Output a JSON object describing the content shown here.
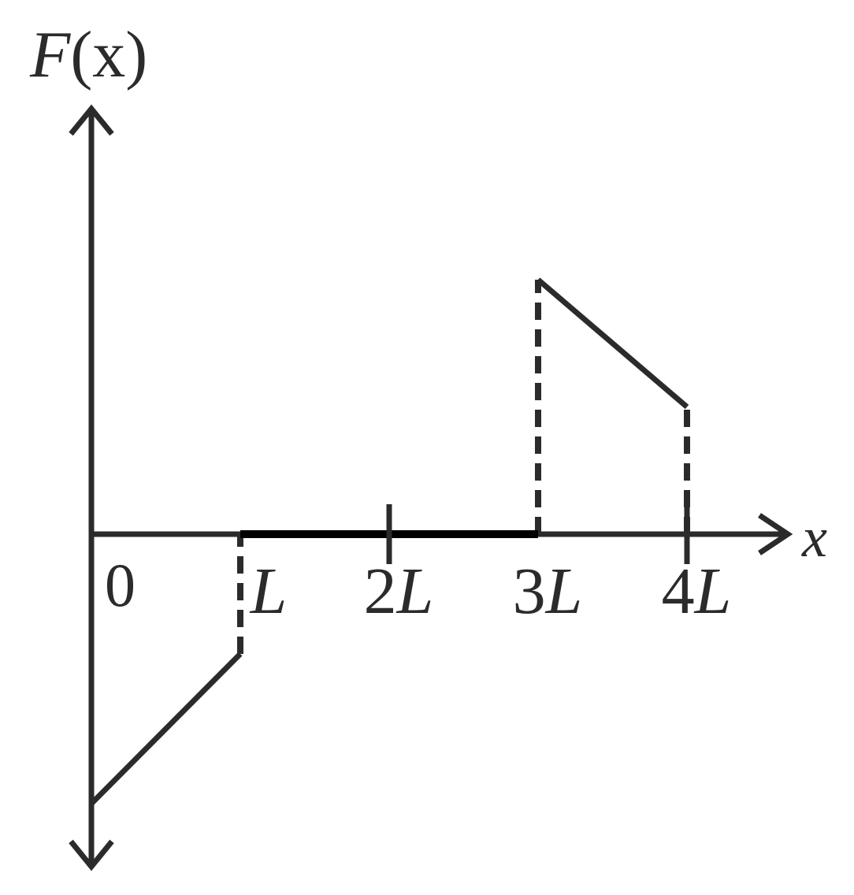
{
  "colors": {
    "ink": "#2b2b2b",
    "background": "#ffffff"
  },
  "chart_data": {
    "type": "line",
    "ylabel": {
      "func": "F",
      "open": "(",
      "arg": "x",
      "close": ")"
    },
    "xlabel": "x",
    "origin_label": "0",
    "x_ticks": [
      {
        "value": 1,
        "coef": "",
        "unit": "L"
      },
      {
        "value": 2,
        "coef": "2",
        "unit": "L"
      },
      {
        "value": 3,
        "coef": "3",
        "unit": "L"
      },
      {
        "value": 4,
        "coef": "4",
        "unit": "L"
      }
    ],
    "y_ticks": [],
    "xlim": [
      0,
      4.7
    ],
    "ylim": [
      -2.2,
      2.5
    ],
    "grid": false,
    "legend": false,
    "series": [
      {
        "segments": [
          {
            "points": [
              [
                0,
                -1.8
              ],
              [
                1,
                -0.8
              ]
            ]
          },
          {
            "points": [
              [
                1,
                0
              ],
              [
                3,
                0
              ]
            ],
            "bold": true
          },
          {
            "points": [
              [
                3,
                1.7
              ],
              [
                4,
                0.85
              ]
            ]
          }
        ]
      }
    ],
    "dashed_verticals": [
      {
        "x": 1,
        "from": -0.8,
        "to": 0
      },
      {
        "x": 3,
        "from": 0,
        "to": 1.7
      },
      {
        "x": 4,
        "from": 0,
        "to": 0.85
      }
    ]
  }
}
